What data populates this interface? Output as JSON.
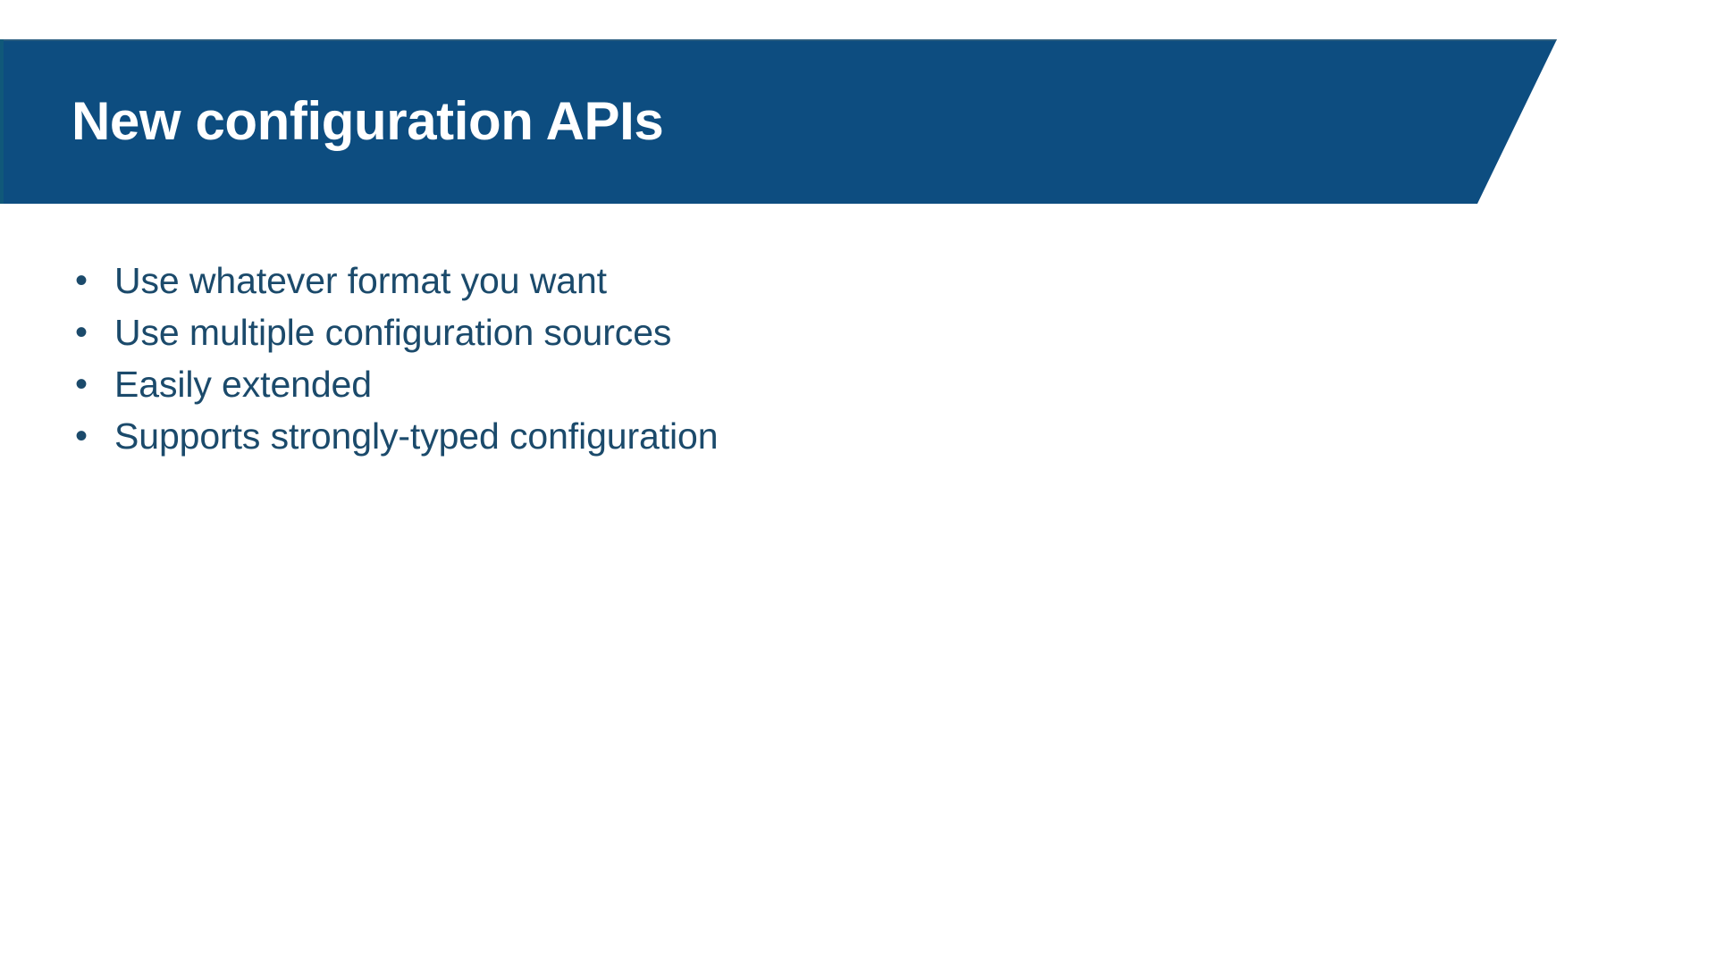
{
  "slide": {
    "background_color": "#ffffff",
    "banner": {
      "fill_color": "#0D4D80",
      "title": "New configuration APIs",
      "title_color": "#ffffff"
    },
    "body": {
      "text_color": "#1B4A6B",
      "bullet_glyph": "•",
      "bullets": [
        {
          "text": "Use whatever format you want"
        },
        {
          "text": "Use multiple configuration sources"
        },
        {
          "text": "Easily extended"
        },
        {
          "text": "Supports strongly-typed configuration"
        }
      ]
    }
  }
}
